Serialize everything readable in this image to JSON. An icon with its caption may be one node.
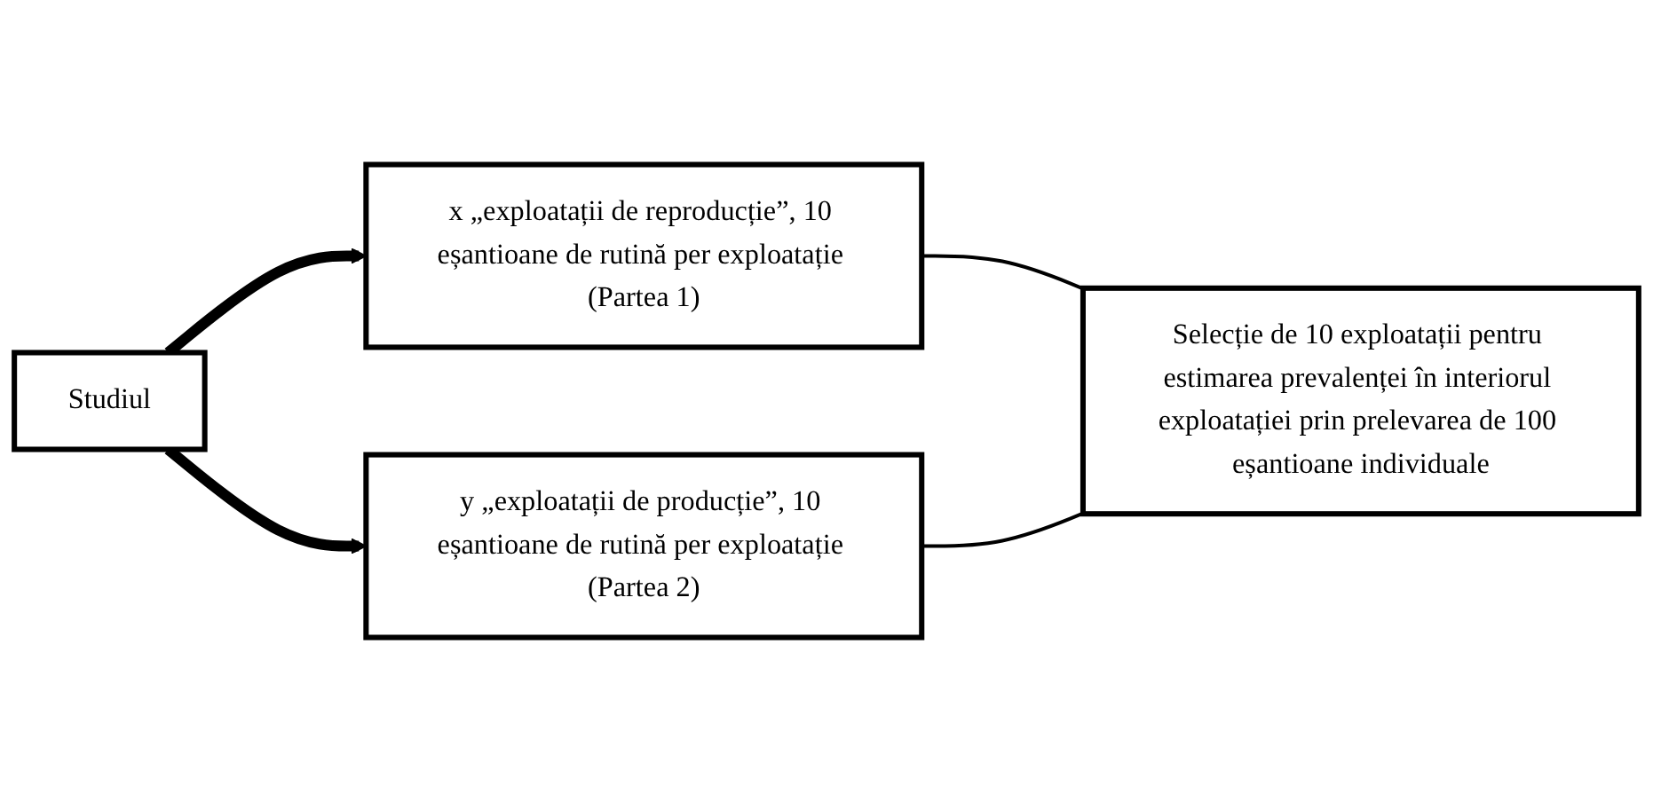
{
  "diagram": {
    "nodes": [
      {
        "text": [
          "Studiul"
        ]
      },
      {
        "text": [
          "x „exploatații de reproducție”, 10 eșantioane de rutină per exploatație (Partea 1)"
        ]
      },
      {
        "text": [
          "y „exploatații de producție”, 10 eșantioane de rutină per exploatație (Partea 2)"
        ]
      },
      {
        "text": [
          "Selecție de 10 exploatații pentru estimarea prevalenței în interiorul exploatației prin prelevarea de 100 eșantioane individuale"
        ]
      }
    ],
    "edges": [
      {
        "from": 0,
        "to": 1,
        "arrow": "to",
        "style": "thick"
      },
      {
        "from": 0,
        "to": 2,
        "arrow": "to",
        "style": "thick"
      },
      {
        "from": 1,
        "to": 3,
        "arrow": "none"
      },
      {
        "from": 2,
        "to": 3,
        "arrow": "none"
      }
    ]
  }
}
